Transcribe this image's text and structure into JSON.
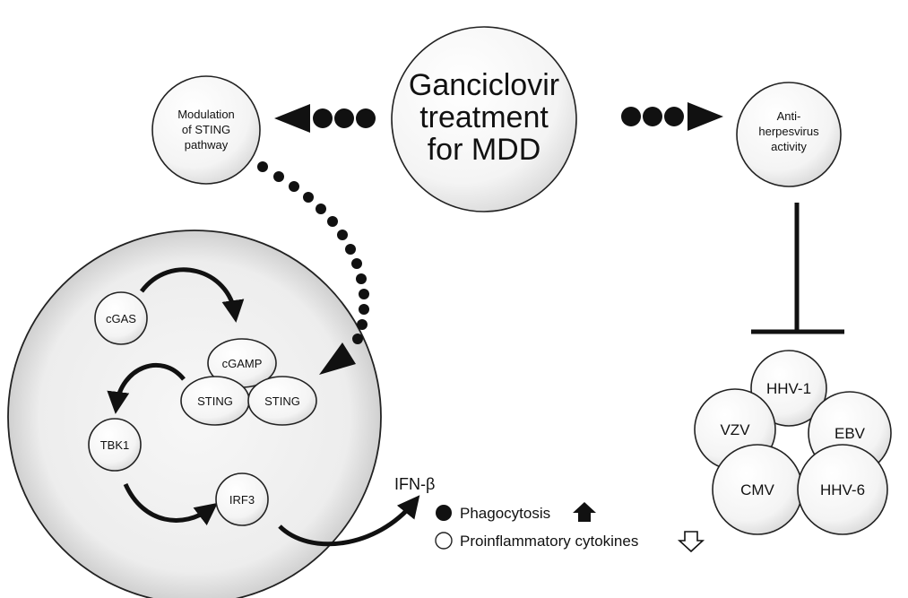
{
  "center": {
    "lines": [
      "Ganciclovir",
      "treatment",
      "for MDD"
    ]
  },
  "sting_node": {
    "lines": [
      "Modulation",
      "of STING",
      "pathway"
    ]
  },
  "antiherpes_node": {
    "lines": [
      "Anti-",
      "herpesvirus",
      "activity"
    ]
  },
  "cell": {
    "cgas": "cGAS",
    "cgamp": "cGAMP",
    "sting_left": "STING",
    "sting_right": "STING",
    "tbk1": "TBK1",
    "irf3": "IRF3"
  },
  "output_label": "IFN-β",
  "legend": {
    "item1": {
      "label": "Phagocytosis",
      "direction": "up",
      "marker": "filled"
    },
    "item2": {
      "label": "Proinflammatory cytokines",
      "direction": "down",
      "marker": "open"
    }
  },
  "viruses": [
    "HHV-1",
    "VZV",
    "EBV",
    "CMV",
    "HHV-6"
  ]
}
